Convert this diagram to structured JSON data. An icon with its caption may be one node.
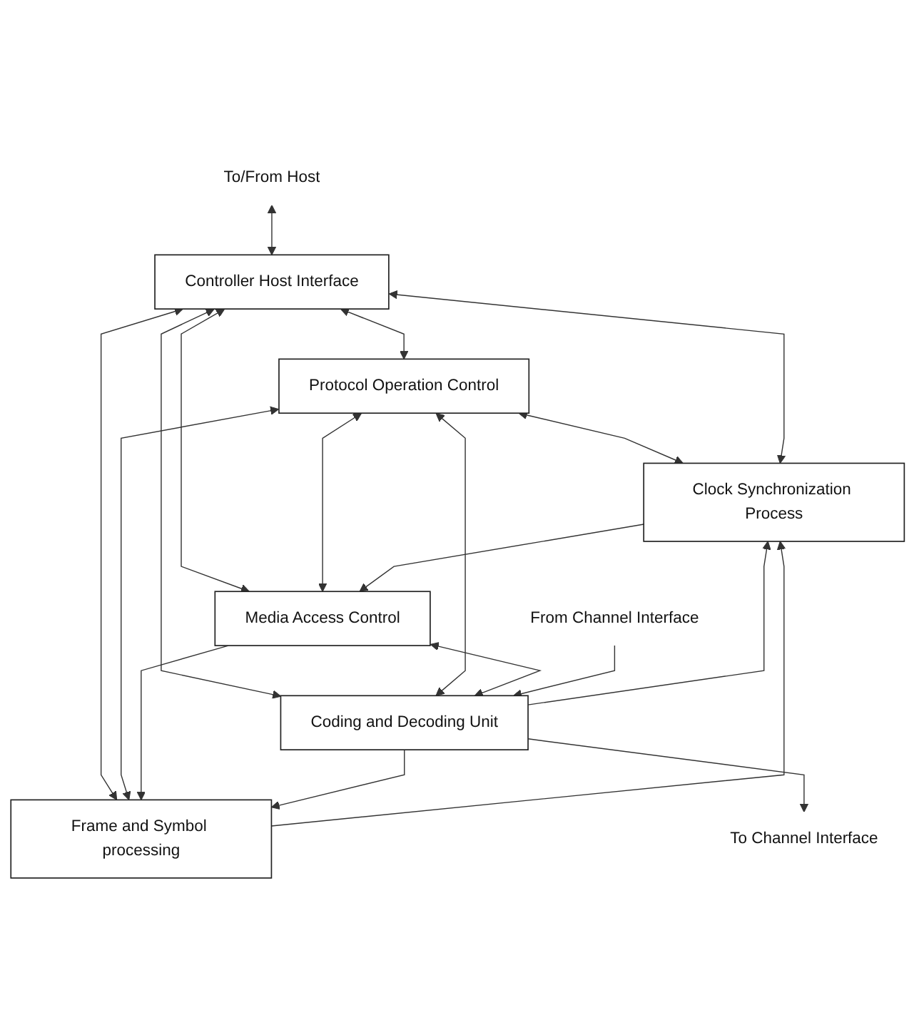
{
  "diagram": {
    "nodes": [
      {
        "text": [
          "To/From Host"
        ]
      },
      {
        "text": [
          "Controller Host Interface"
        ]
      },
      {
        "text": [
          "Protocol Operation Control"
        ]
      },
      {
        "text": [
          "Clock Synchronization Process"
        ]
      },
      {
        "text": [
          "Media Access Control"
        ]
      },
      {
        "text": [
          "Frame and Symbol processing"
        ]
      },
      {
        "text": [
          "Coding and Decoding Unit"
        ]
      },
      {
        "text": [
          "To Channel Interface"
        ]
      },
      {
        "text": [
          "From Channel Interface"
        ]
      }
    ],
    "edges": [
      {
        "from": 0,
        "to": 1,
        "arrow": "both"
      },
      {
        "from": 1,
        "to": 2,
        "arrow": "both"
      },
      {
        "from": 2,
        "to": 3,
        "arrow": "both"
      },
      {
        "from": 1,
        "to": 4,
        "arrow": "both"
      },
      {
        "from": 1,
        "to": 3,
        "arrow": "both"
      },
      {
        "from": 1,
        "to": 6,
        "arrow": "both"
      },
      {
        "from": 1,
        "to": 5,
        "arrow": "both"
      },
      {
        "from": 2,
        "to": 6,
        "arrow": "both"
      },
      {
        "from": 2,
        "to": 4,
        "arrow": "both"
      },
      {
        "from": 2,
        "to": 5,
        "arrow": "both"
      },
      {
        "from": 3,
        "to": 4,
        "arrow": "to"
      },
      {
        "from": 5,
        "to": 3,
        "arrow": "to"
      },
      {
        "from": 4,
        "to": 5,
        "arrow": "to"
      },
      {
        "from": 6,
        "to": 3,
        "arrow": "to"
      },
      {
        "from": 4,
        "to": 6,
        "arrow": "both"
      },
      {
        "from": 6,
        "to": 5,
        "arrow": "to"
      },
      {
        "from": 6,
        "to": 7,
        "arrow": "to"
      },
      {
        "from": 8,
        "to": 6,
        "arrow": "to"
      }
    ]
  }
}
